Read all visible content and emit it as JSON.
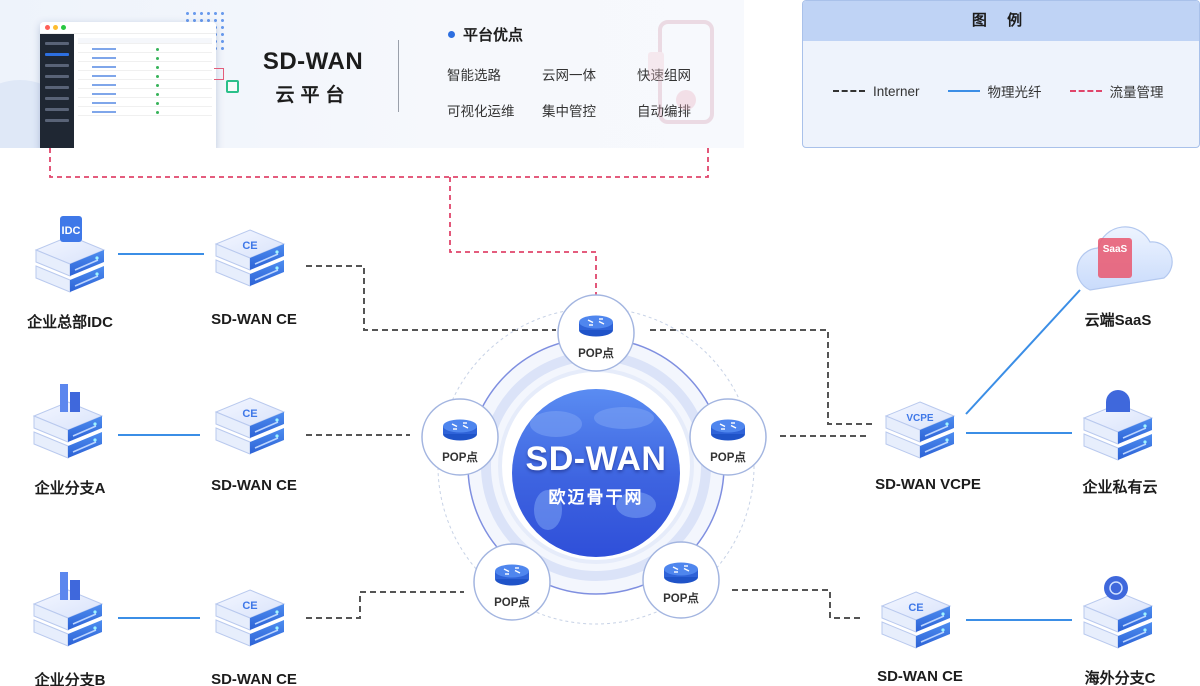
{
  "platform": {
    "title_line1": "SD-WAN",
    "title_line2": "云平台",
    "advantages_heading": "平台优点",
    "advantages": [
      "智能选路",
      "云网一体",
      "快速组网",
      "可视化运维",
      "集中管控",
      "自动编排"
    ]
  },
  "legend": {
    "title": "图 例",
    "items": [
      {
        "label": "Interner",
        "style": "dashed",
        "color": "#333333"
      },
      {
        "label": "物理光纤",
        "style": "solid",
        "color": "#3b8ee6"
      },
      {
        "label": "流量管理",
        "style": "dashed",
        "color": "#e0456b"
      }
    ]
  },
  "hub": {
    "title": "SD-WAN",
    "subtitle": "欧迈骨干网"
  },
  "pop_label": "POP点",
  "left_sites": [
    {
      "name": "企业总部IDC",
      "icon": "idc-server-icon",
      "ce": "SD-WAN CE",
      "ce_badge": "CE"
    },
    {
      "name": "企业分支A",
      "icon": "branch-building-icon",
      "ce": "SD-WAN CE",
      "ce_badge": "CE"
    },
    {
      "name": "企业分支B",
      "icon": "branch-building-icon",
      "ce": "SD-WAN CE",
      "ce_badge": "CE"
    }
  ],
  "right_side": {
    "vcpe": {
      "name": "SD-WAN VCPE",
      "badge": "VCPE"
    },
    "ce": {
      "name": "SD-WAN CE",
      "badge": "CE"
    },
    "cloud_saas": {
      "name": "云端SaaS",
      "badge": "SaaS"
    },
    "private_cloud": {
      "name": "企业私有云"
    },
    "overseas": {
      "name": "海外分支C"
    }
  },
  "colors": {
    "accent": "#2d6fe0",
    "fiber": "#3b8ee6",
    "internet": "#555555",
    "traffic": "#e0456b",
    "hub_dark": "#2f4fd9",
    "hub_light": "#4f8af0"
  }
}
